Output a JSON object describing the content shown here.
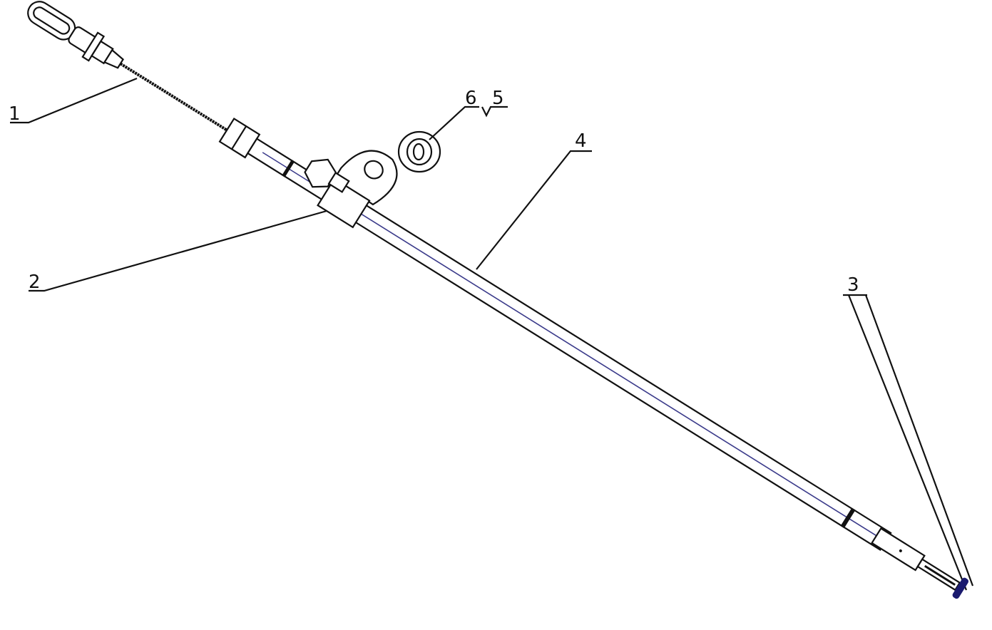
{
  "labels": {
    "part1": "1",
    "part2": "2",
    "part3": "3",
    "part4": "4",
    "part5": "5",
    "part6": "6"
  },
  "colors": {
    "line": "#111111",
    "center_line": "#3a3a8a",
    "end_cap": "#1a1a6e"
  }
}
